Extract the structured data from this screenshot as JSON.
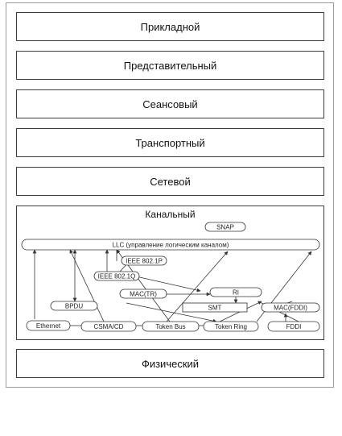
{
  "layers": {
    "application": "Прикладной",
    "presentation": "Представительный",
    "session": "Сеансовый",
    "transport": "Транспортный",
    "network": "Сетевой",
    "datalink": "Канальный",
    "physical": "Физический"
  },
  "datalink_nodes": {
    "snap": "SNAP",
    "llc": "LLC (управление логическим каналом)",
    "ieee_8021p": "IEEE 802.1P",
    "ieee_8021q": "IEEE 802.1Q",
    "mac_tr": "MAC(TR)",
    "ri": "RI",
    "bpdu": "BPDU",
    "smt": "SMT",
    "mac_fddi": "MAC(FDDI)",
    "ethernet": "Ethernet",
    "csma_cd": "CSMA/CD",
    "token_bus": "Token Bus",
    "token_ring": "Token Ring",
    "fddi": "FDDI"
  }
}
